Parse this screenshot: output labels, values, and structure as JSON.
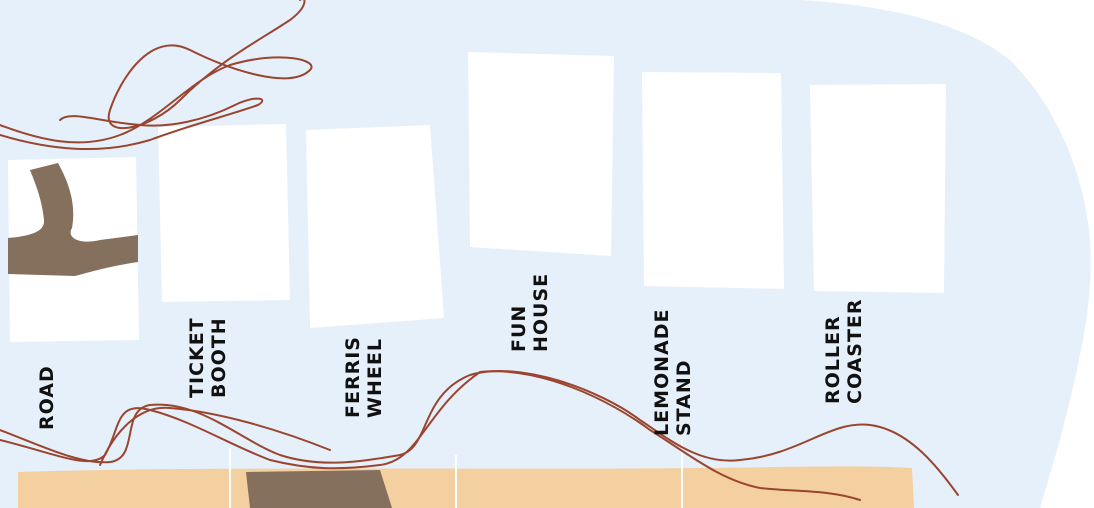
{
  "colors": {
    "board": "#e6f0fa",
    "card": "#ffffff",
    "sand": "#f4cfa0",
    "road": "#856f5d",
    "wire": "#9a4530",
    "ink": "#111111"
  },
  "labels": {
    "road": [
      "ROAD"
    ],
    "ticket_booth": [
      "TICKET",
      "BOOTH"
    ],
    "ferris_wheel": [
      "FERRIS",
      "WHEEL"
    ],
    "fun_house": [
      "FUN",
      "HOUSE"
    ],
    "lemonade_stand": [
      "LEMONADE",
      "STAND"
    ],
    "roller_coaster": [
      "ROLLER",
      "COASTER"
    ]
  }
}
